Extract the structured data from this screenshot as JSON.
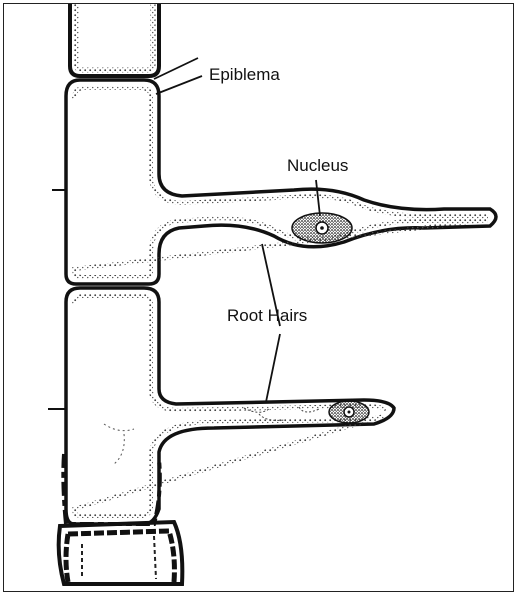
{
  "labels": {
    "epiblema": "Epiblema",
    "nucleus": "Nucleus",
    "root_hairs": "Root Hairs"
  },
  "colors": {
    "ink": "#111111",
    "stipple": "#3a3a3a",
    "frame": "#222222",
    "background": "#ffffff"
  }
}
